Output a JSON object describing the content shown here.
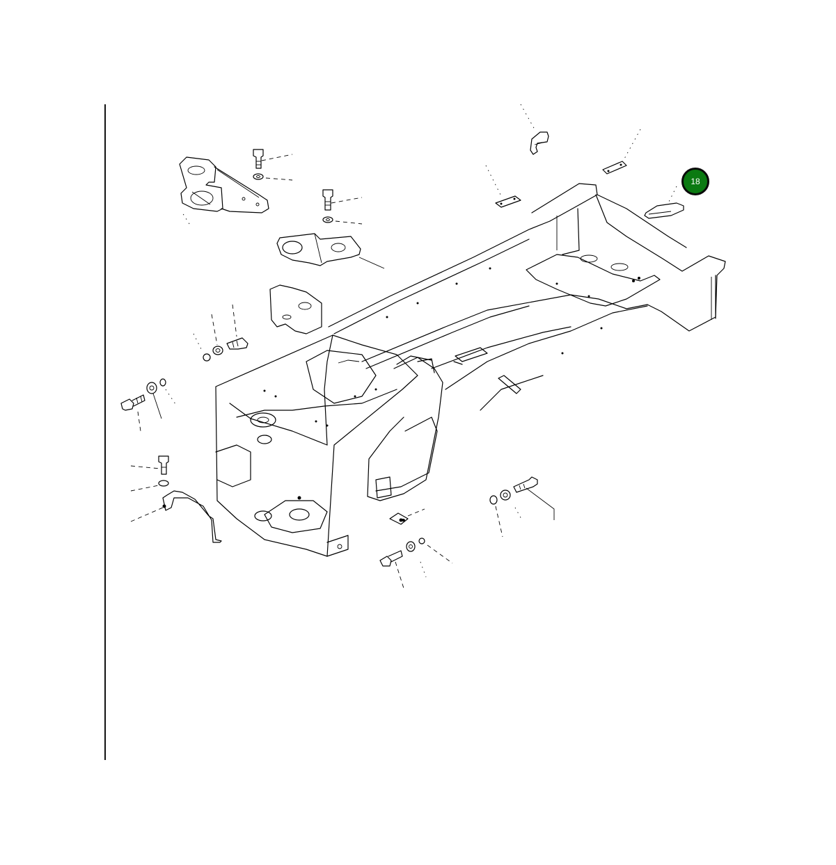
{
  "diagram": {
    "subject": "main frame exploded parts view",
    "callouts": [
      {
        "label": "18",
        "color": "#0b7a12",
        "border": "#0a0a0a",
        "text_color": "#ffffff",
        "points_to": "wear-pad-plate"
      }
    ],
    "parts": [
      "left-upper-bracket",
      "bolt",
      "washer",
      "center-bracket",
      "hook-bracket",
      "shim-plate-left",
      "shim-plate-right",
      "wear-pad-plate",
      "main-frame",
      "bolt-pair-left",
      "bolt-lower-left",
      "clamp-bracket",
      "tab-plate",
      "bolt-lower-center",
      "bolt-lower-right",
      "pivot-pin"
    ],
    "left_rule_color": "#111111"
  }
}
